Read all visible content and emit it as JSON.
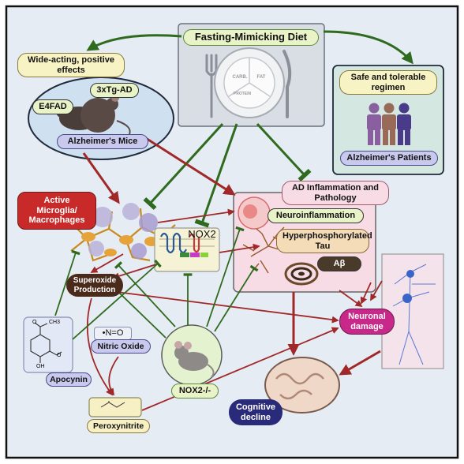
{
  "diet": {
    "title": "Fasting-Mimicking Diet",
    "plate_carb": "CARB.",
    "plate_fat": "FAT",
    "plate_protein": "PROTEIN"
  },
  "mice": {
    "effects": "Wide-acting, positive\neffects",
    "strain_1": "E4FAD",
    "strain_2": "3xTg-AD",
    "group": "Alzheimer's Mice"
  },
  "patients": {
    "regimen": "Safe and tolerable\nregimen",
    "group": "Alzheimer's Patients"
  },
  "inflammation": {
    "title": "AD Inflammation and\nPathology",
    "neuro": "Neuroinflammation",
    "tau": "Hyperphosphorylated\nTau",
    "abeta": "Aβ"
  },
  "cells": {
    "microglia": "Active\nMicroglia/\nMacrophages",
    "nox2": "NOX2",
    "superoxide": "Superoxide\nProduction"
  },
  "molecules": {
    "apocynin": "Apocynin",
    "nitric_oxide_formula": "•N=O",
    "nitric_oxide": "Nitric Oxide",
    "peroxynitrite": "Peroxynitrite"
  },
  "knockout": {
    "label": "NOX2-/-"
  },
  "outcomes": {
    "neuronal_damage": "Neuronal\ndamage",
    "cognitive_decline": "Cognitive\ndecline"
  },
  "colors": {
    "green_arrow": "#2f6b1e",
    "red_arrow": "#a02828",
    "background": "#e6ecf3",
    "mice_panel": "#cfe0f0",
    "patients_panel": "#d4e8e1",
    "pathology_panel": "#f7dce6"
  }
}
